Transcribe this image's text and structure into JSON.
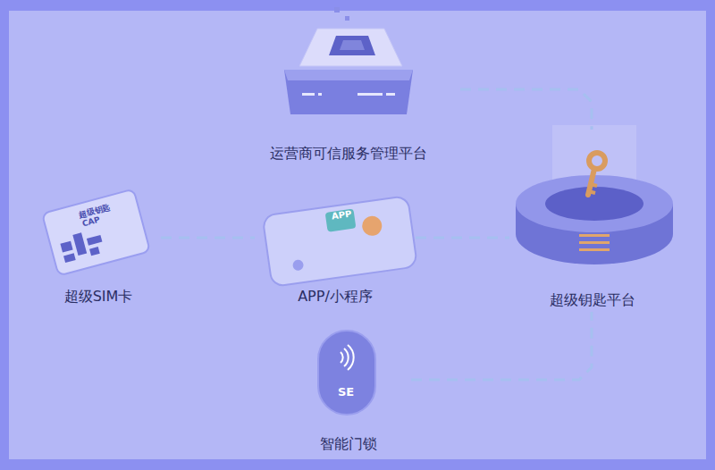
{
  "diagram": {
    "nodes": [
      {
        "text": [
          "运营商可信服务管理平台"
        ]
      },
      {
        "text": [
          "超级SIM卡"
        ]
      },
      {
        "text": [
          "APP/小程序"
        ]
      },
      {
        "text": [
          "超级钥匙平台"
        ]
      },
      {
        "text": [
          "智能门锁"
        ]
      }
    ],
    "edges": [
      {
        "from": 1,
        "to": 2,
        "arrow": "none"
      },
      {
        "from": 2,
        "to": 3,
        "arrow": "none"
      },
      {
        "from": 0,
        "to": 3,
        "arrow": "none"
      },
      {
        "from": 4,
        "to": 3,
        "arrow": "none"
      }
    ],
    "labels": [
      "超级钥匙",
      "CAP",
      "APP",
      "SE"
    ]
  }
}
